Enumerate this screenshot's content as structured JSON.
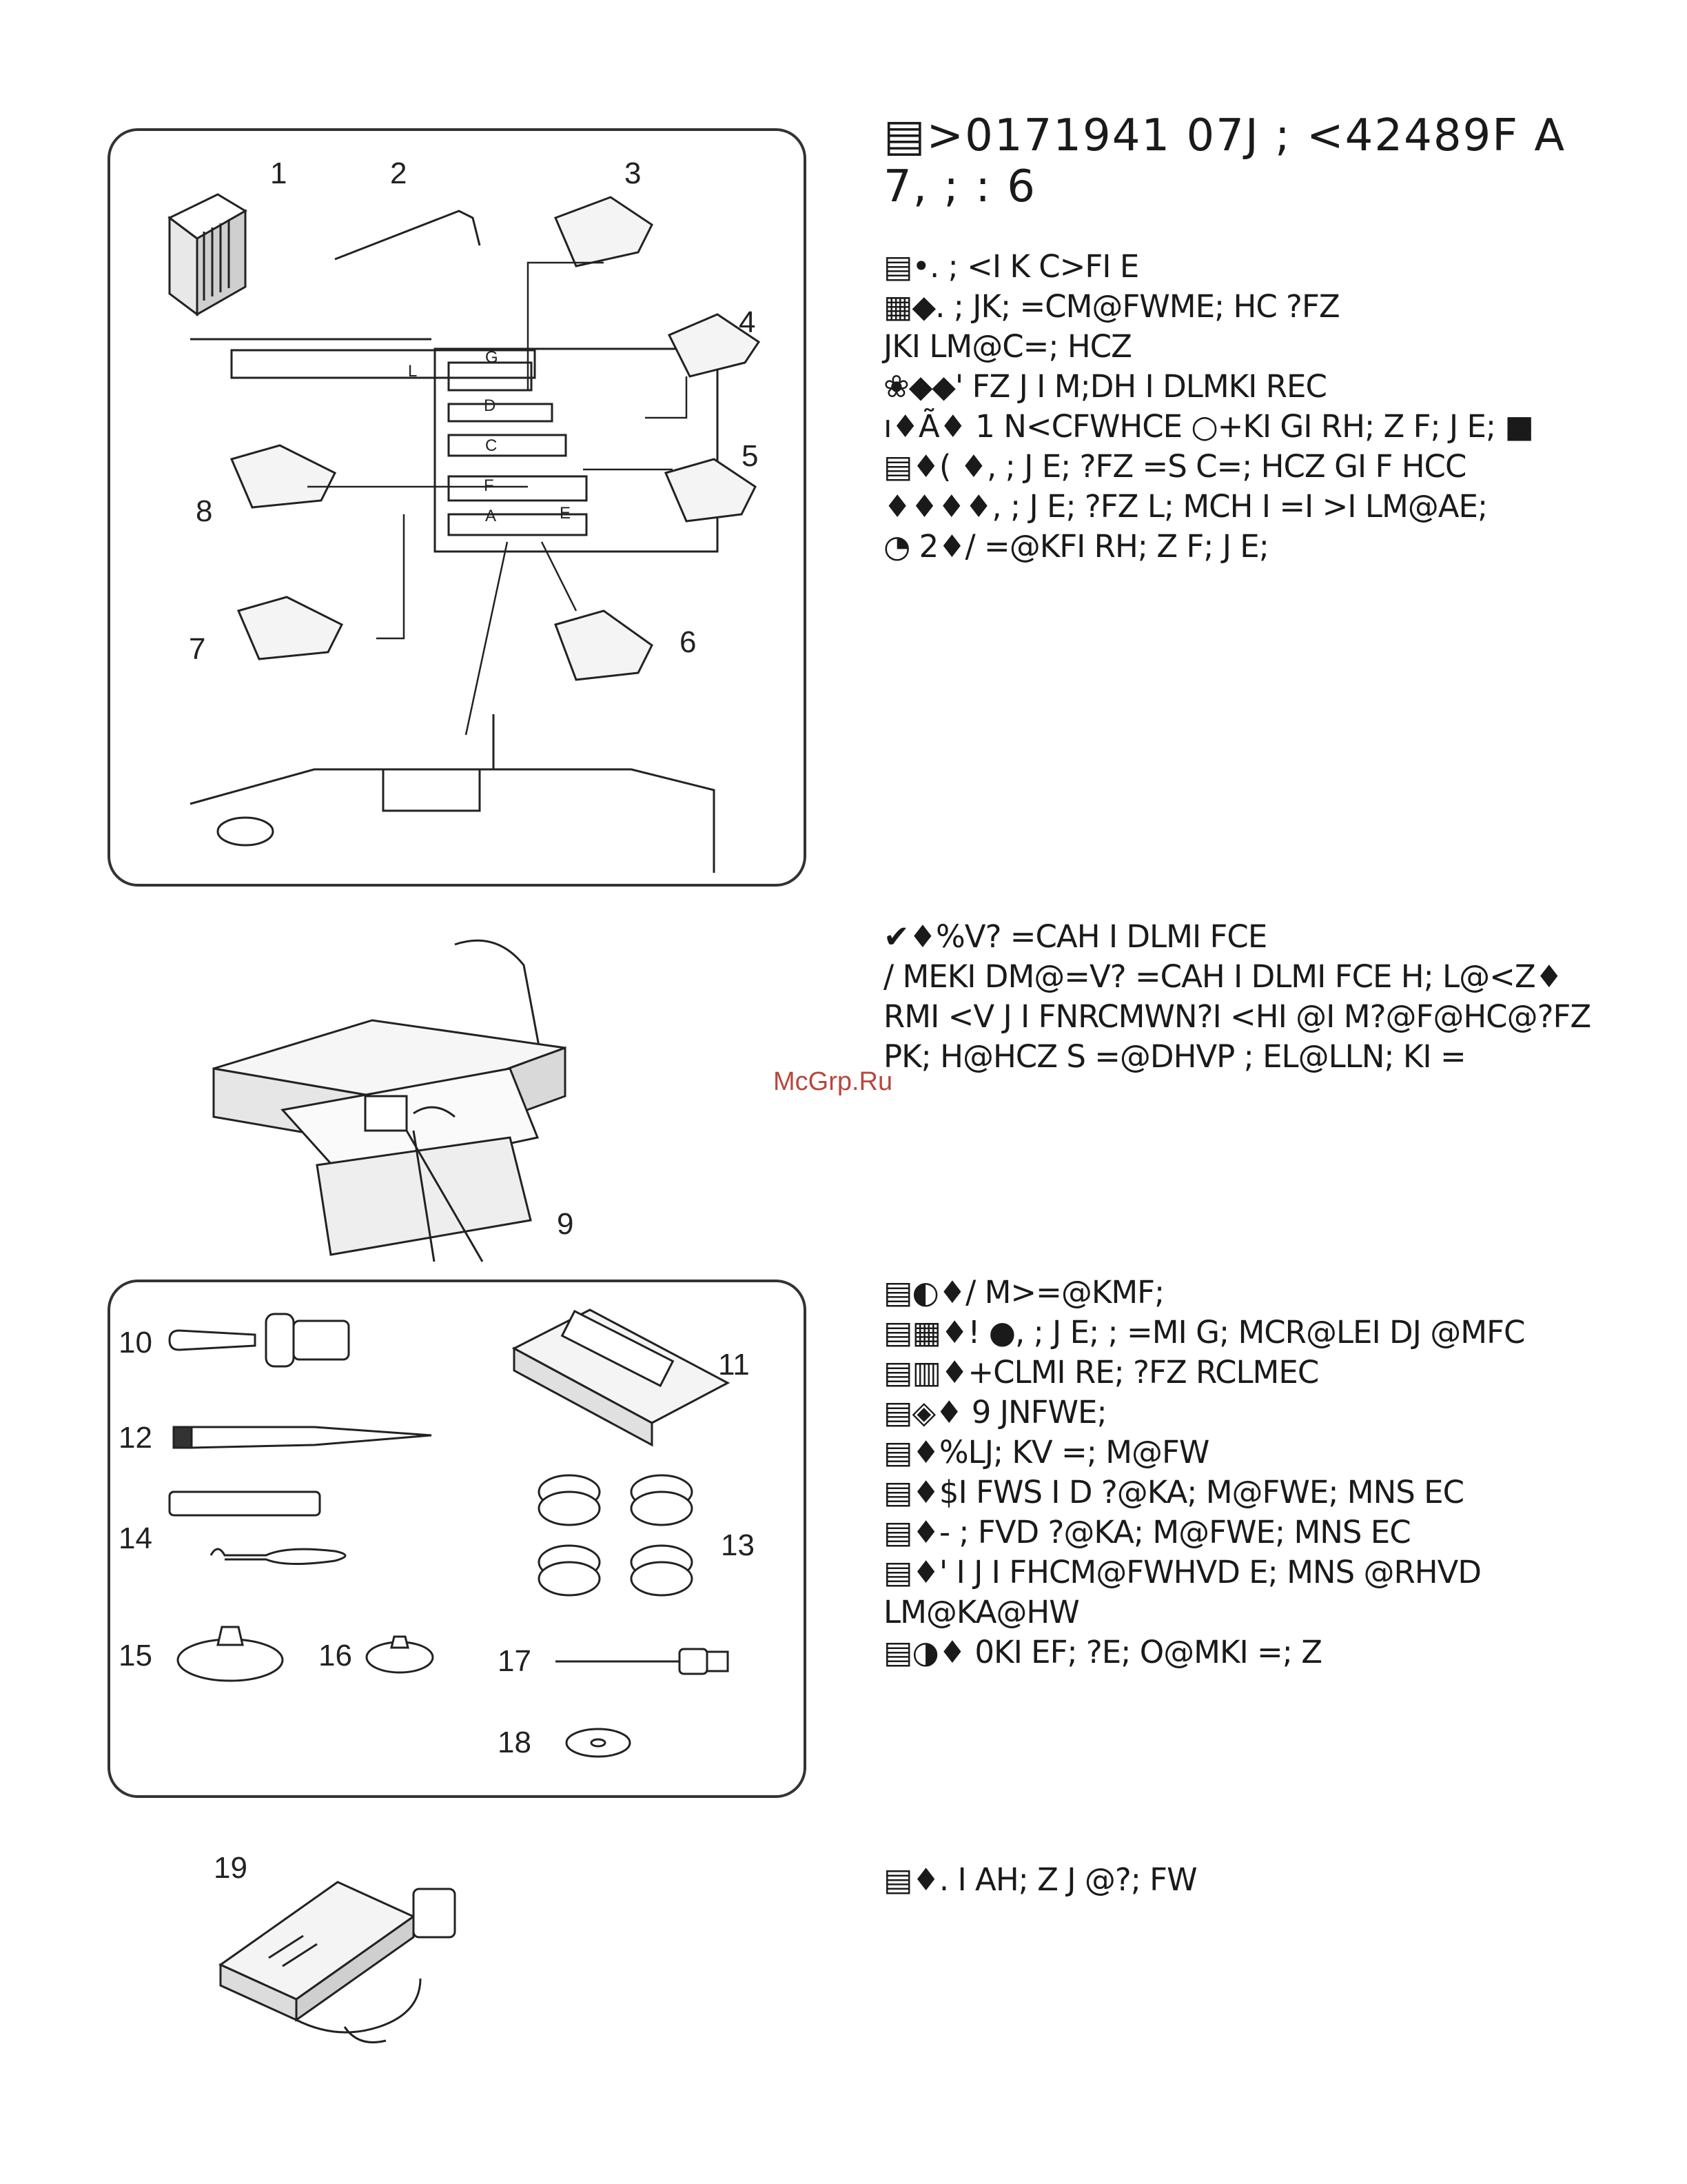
{
  "section": {
    "title_line1": "▤>0171941 07J  ; <42489F A",
    "title_line2": "7, ; : 6"
  },
  "feet_list": [
    "▤•. ; <I K C>FI E",
    "▦◆. ; JK; =CM@FWME; HC ?FZ",
    "JKI LM@C=; HCZ",
    "❀◆◆' FZ J I M;DH I DLMKI REC",
    "ı♦Ã♦ 1 N<CFWHCE ○+KI GI RH; Z F; J E; ■",
    "▤♦( ♦, ; J E; ?FZ =S C=; HCZ GI F HCC",
    "♦♦♦♦, ; J E; ?FZ L; MCH I =I >I LM@AE;",
    "◔ 2♦/ =@KFI RH; Z F; J E;"
  ],
  "tray_text": [
    "✔♦%V? =CAH I DLMI FCE",
    "/ MEKI DM@=V? =CAH I DLMI FCE H; L@<Z♦",
    "RMI <V J I FNRCMWN?I <HI @I M?@F@HC@?FZ",
    "PK; H@HCZ S =@DHVP ; EL@LLN; KI ="
  ],
  "access_list": [
    "▤◐♦/ M>=@KMF;",
    "▤▦♦! ●, ; J E; ; =MI G; MCR@LEI DJ @MFC",
    "▤▥♦+CLMI RE; ?FZ RCLMEC",
    "▤◈♦ 9 JNFWE;",
    "▤♦%LJ; KV =; M@FW",
    "▤♦$I FWS I D ?@KA; M@FWE; MNS EC",
    "▤♦- ; FVD ?@KA; M@FWE; MNS EC",
    "▤♦' I J I FHCM@FWHVD E; MNS @RHVD",
    "LM@KA@HW",
    "▤◑♦ 0KI EF; ?E;  O@MKI =; Z"
  ],
  "pedal_text": "▤♦. I AH; Z J @?; FW",
  "watermark": "McGrp.Ru",
  "figure_labels": {
    "n1": "1",
    "n2": "2",
    "n3": "3",
    "n4": "4",
    "n5": "5",
    "n6": "6",
    "n7": "7",
    "n8": "8",
    "n9": "9",
    "n10": "10",
    "n11": "11",
    "n12": "12",
    "n13": "13",
    "n14": "14",
    "n15": "15",
    "n16": "16",
    "n17": "17",
    "n18": "18",
    "n19": "19",
    "L": "L",
    "G": "G",
    "D": "D",
    "C": "C",
    "F": "F",
    "A": "A",
    "E": "E"
  }
}
